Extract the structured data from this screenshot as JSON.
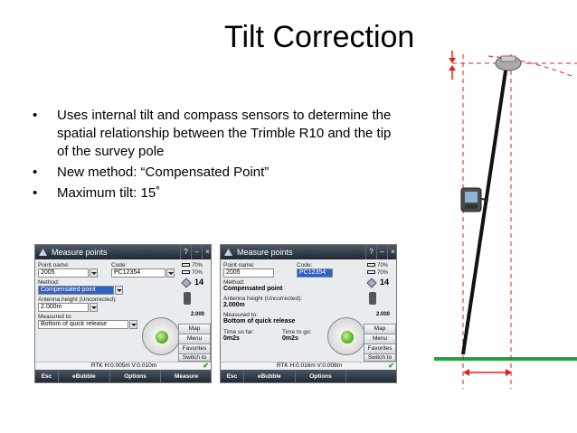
{
  "slide": {
    "title": "Tilt Correction",
    "bullets": [
      "Uses internal tilt and compass sensors to determine the spatial relationship between the Trimble R10 and the tip of the survey pole",
      "New method: “Compensated Point”",
      "Maximum tilt: 15˚"
    ],
    "bullet_symbol": "•"
  },
  "screen1": {
    "window_title": "Measure points",
    "title_icons": [
      "?",
      "–",
      "×"
    ],
    "point_name_label": "Point name:",
    "point_name": "2005",
    "code_label": "Code:",
    "code": "PC12354",
    "method_label": "Method:",
    "method": "Compensated point",
    "antenna_label": "Antenna height (Uncorrected):",
    "antenna": "2.000m",
    "measured_to_label": "Measured to:",
    "measured_to": "Bottom of quick release",
    "battery1": "70%",
    "battery2": "70%",
    "satellites": "14",
    "height_value": "2.000",
    "side_buttons": [
      "Map",
      "Menu",
      "Favorites",
      "Switch to"
    ],
    "status": "RTK H:0.005m V:0.010m",
    "bottom_buttons": [
      "Esc",
      "eBubble",
      "Options",
      "Measure"
    ]
  },
  "screen2": {
    "window_title": "Measure points",
    "title_icons": [
      "?",
      "–",
      "×"
    ],
    "point_name_label": "Point name:",
    "point_name": "2005",
    "code_label": "Code:",
    "code": "PC12354",
    "method_label": "Method:",
    "method": "Compensated point",
    "antenna_label": "Antenna height (Uncorrected):",
    "antenna": "2.000m",
    "measured_to_label": "Measured to:",
    "measured_to": "Bottom of quick release",
    "time_so_far_label": "Time so far:",
    "time_so_far": "0m2s",
    "time_to_go_label": "Time to go:",
    "time_to_go": "0m2s",
    "battery1": "70%",
    "battery2": "70%",
    "satellites": "14",
    "height_value": "2.000",
    "side_buttons": [
      "Map",
      "Menu",
      "Favorites",
      "Switch to"
    ],
    "status": "RTK H:0.016m V:0.008m",
    "bottom_buttons": [
      "Esc",
      "eBubble",
      "Options",
      ""
    ]
  },
  "colors": {
    "ground_line": "#1fa33a",
    "tilt_arrow": "#e02020",
    "pole": "#111111",
    "titlebar": "#2a3440",
    "selection": "#2d62c8"
  }
}
